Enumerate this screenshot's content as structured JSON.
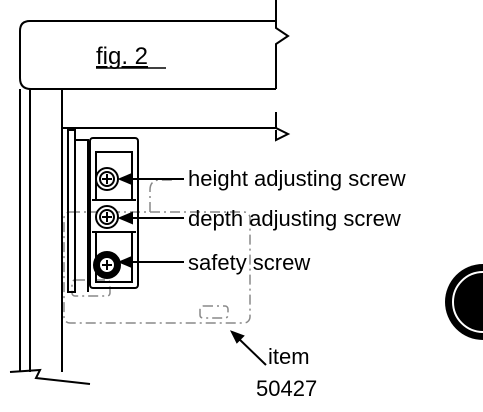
{
  "figure": {
    "title": "fig. 2",
    "labels": {
      "height": "height adjusting screw",
      "depth": "depth adjusting screw",
      "safety": "safety screw"
    },
    "item": {
      "line1": "item",
      "line2": "50427"
    }
  },
  "colors": {
    "line": "#000000",
    "dashed": "#888888",
    "background": "#ffffff"
  }
}
